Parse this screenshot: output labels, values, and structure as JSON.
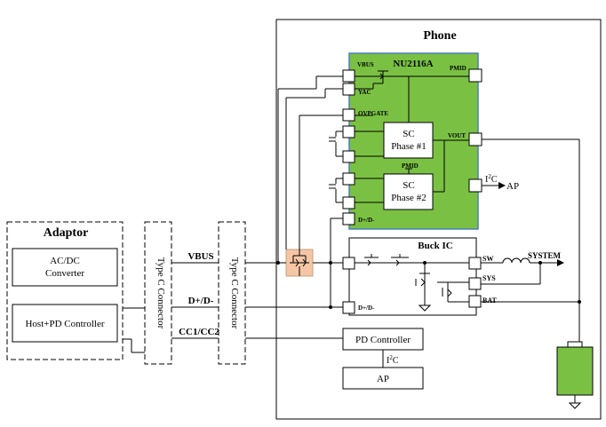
{
  "phone": {
    "title": "Phone"
  },
  "adaptor": {
    "title": "Adaptor",
    "acdc_line1": "AC/DC",
    "acdc_line2": "Converter",
    "host_pd": "Host+PD Controller"
  },
  "connectors": {
    "left_label": "Type C Connector",
    "right_label": "Type C Connector"
  },
  "signals": {
    "vbus": "VBUS",
    "dpdm": "D+/D-",
    "cc": "CC1/CC2"
  },
  "nu2116a": {
    "title": "NU2116A",
    "pins": {
      "vbus": "VBUS",
      "vac": "YAC",
      "ovpgate": "OVPGATE",
      "pmid_top": "PMID",
      "vout": "VOUT",
      "pmid_mid": "PMID",
      "dpdm": "D+/D-",
      "i2c_i": "I",
      "i2c_sup": "2",
      "i2c_c": "C"
    },
    "sc1_line1": "SC",
    "sc1_line2": "Phase #1",
    "sc2_line1": "SC",
    "sc2_line2": "Phase #2",
    "ap_label": "AP"
  },
  "buck": {
    "title": "Buck IC",
    "sw": "SW",
    "sys": "SYS",
    "bat": "BAT",
    "dpdm": "D+/D-",
    "system": "SYSTEM"
  },
  "pd_controller": {
    "label": "PD Controller"
  },
  "ap_box": {
    "label": "AP",
    "i2c_i": "I",
    "i2c_sup": "2",
    "i2c_c": "C"
  },
  "colors": {
    "chip_green": "#7ac143",
    "chip_border": "#4a7fb5",
    "battery_green": "#7ac143",
    "mosfet_pad": "#f5c6a5"
  },
  "icons": [
    "arrow-right-icon",
    "ground-icon",
    "mosfet-icon",
    "inductor-icon",
    "capacitor-icon",
    "battery-icon"
  ]
}
